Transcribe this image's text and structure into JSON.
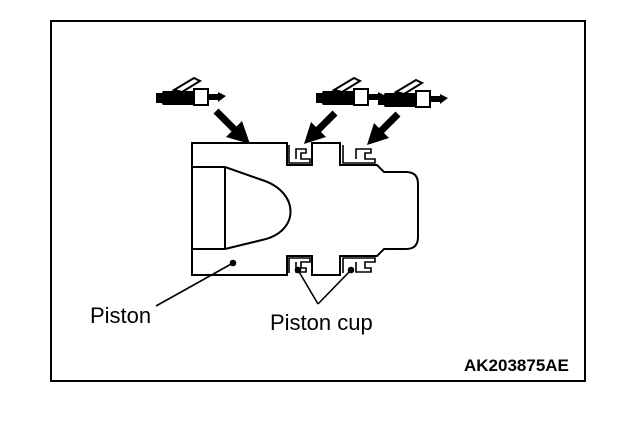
{
  "figure": {
    "labels": {
      "piston": "Piston",
      "piston_cup": "Piston cup",
      "figure_code": "AK203875AE"
    },
    "grease_gun_count": 3,
    "colors": {
      "line": "#000000",
      "background": "#ffffff"
    },
    "icons": [
      "grease-gun-icon",
      "grease-gun-icon",
      "grease-gun-icon"
    ]
  }
}
